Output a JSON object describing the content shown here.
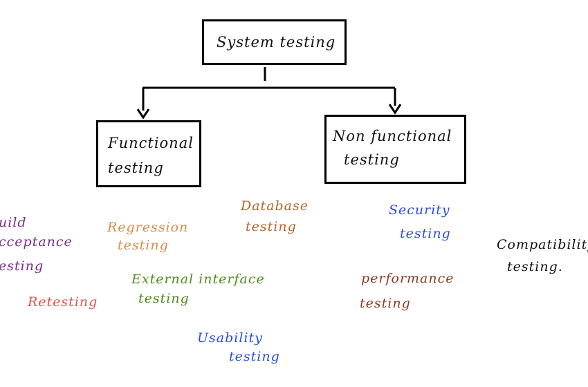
{
  "root": {
    "line1": "System testing"
  },
  "functional": {
    "line1": "Functional",
    "line2": "testing"
  },
  "non_functional": {
    "line1": "Non functional",
    "line2": "testing"
  },
  "notes": {
    "build_acceptance": {
      "line1": "uild",
      "line2": "cceptance",
      "line3": "esting"
    },
    "retesting": {
      "line1": "Retesting"
    },
    "regression": {
      "line1": "Regression",
      "line2": "testing"
    },
    "database": {
      "line1": "Database",
      "line2": "testing"
    },
    "external_interface": {
      "line1": "External interface",
      "line2": "testing"
    },
    "usability": {
      "line1": "Usability",
      "line2": "testing"
    },
    "security": {
      "line1": "Security",
      "line2": "testing"
    },
    "performance": {
      "line1": "performance",
      "line2": "testing"
    },
    "compatibility": {
      "line1": "Compatibility",
      "line2": "testing."
    }
  }
}
